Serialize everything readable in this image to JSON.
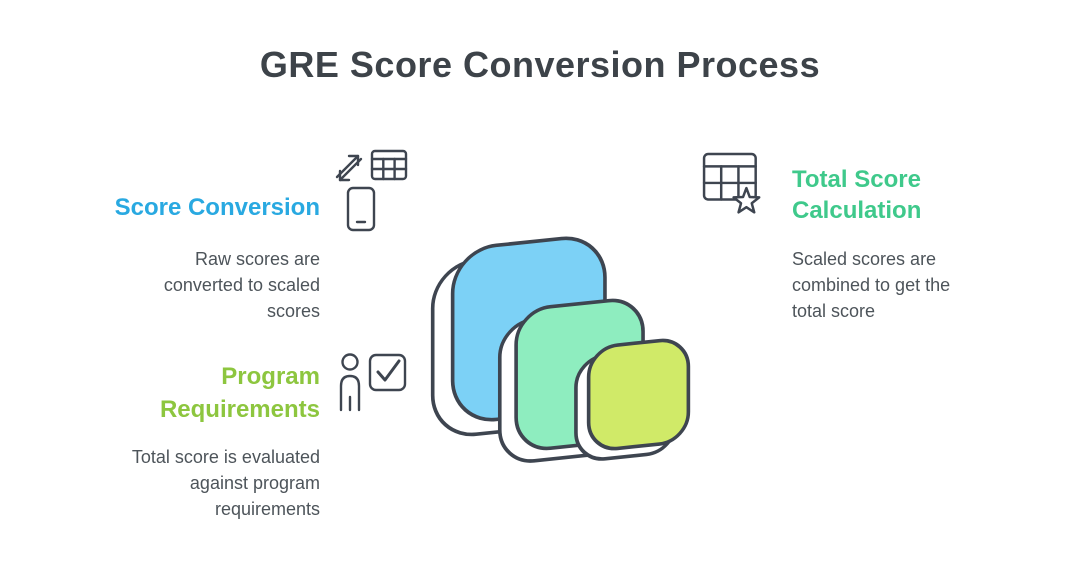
{
  "title": "GRE Score Conversion Process",
  "steps": {
    "score_conversion": {
      "heading": "Score Conversion",
      "description": "Raw scores are\nconverted to scaled\nscores"
    },
    "program_requirements": {
      "heading": "Program\nRequirements",
      "description": "Total score is evaluated\nagainst program\nrequirements"
    },
    "total_score": {
      "heading": "Total Score\nCalculation",
      "description": "Scaled scores are\ncombined to get the\ntotal score"
    }
  },
  "icons": {
    "score_conversion": "phone-to-table-exchange-icon",
    "program_requirements": "person-checkbox-icon",
    "total_score": "table-star-icon",
    "center": "stacked-rounded-squares-illustration"
  },
  "colors": {
    "title_text": "#3d4349",
    "body_text": "#4d545a",
    "score_conversion_heading": "#29a9e1",
    "program_requirements_heading": "#8dc63f",
    "total_score_heading": "#3fc98b",
    "outline": "#3e4550",
    "illustration_blue": "#7cd1f6",
    "illustration_mint": "#8eedbf",
    "illustration_lime": "#d0ea68"
  }
}
